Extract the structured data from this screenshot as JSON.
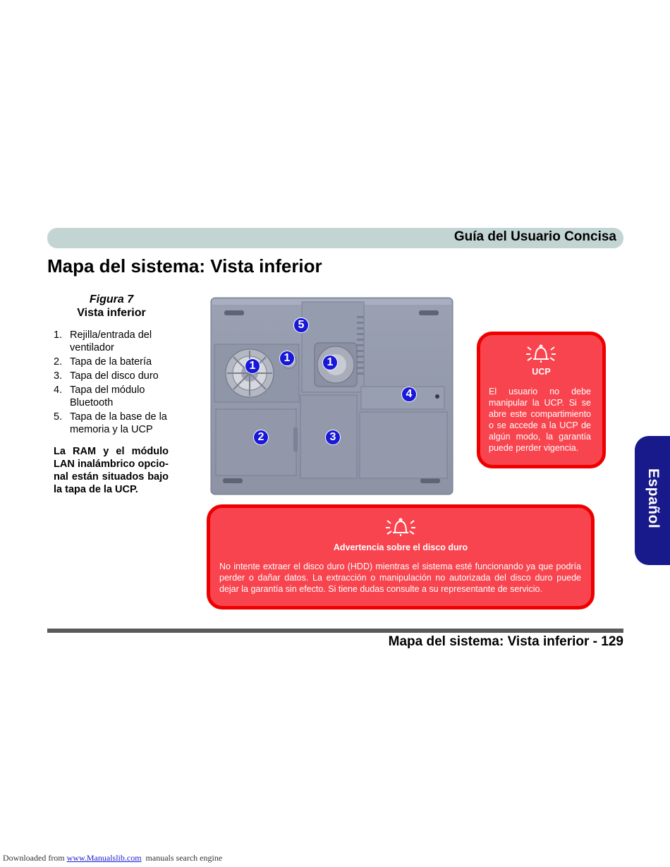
{
  "header": {
    "title": "Guía del Usuario Concisa"
  },
  "page_title": "Mapa del sistema: Vista inferior",
  "figure": {
    "number": "Figura  7",
    "name": "Vista inferior",
    "items": [
      {
        "num": "1.",
        "text": "Rejilla/entrada del ventilador"
      },
      {
        "num": "2.",
        "text": "Tapa de la batería"
      },
      {
        "num": "3.",
        "text": "Tapa del disco duro"
      },
      {
        "num": "4.",
        "text": "Tapa del módulo Bluetooth"
      },
      {
        "num": "5.",
        "text": "Tapa de la base de la memoria y la UCP"
      }
    ],
    "note": "La RAM y el módulo LAN inalámbrico opcio-nal están situados bajo la tapa de la UCP."
  },
  "photo_markers": [
    "1",
    "1",
    "1",
    "2",
    "3",
    "4",
    "5"
  ],
  "warning_ucp": {
    "title": "UCP",
    "text": "El usuario no debe manipular la UCP. Si se abre este compartimiento o se accede a la UCP de algún modo, la garantía puede perder vigencia."
  },
  "warning_hdd": {
    "title": "Advertencia sobre el disco duro",
    "text": "No intente extraer el disco duro (HDD) mientras el sistema esté funcionando ya que podría perder o dañar datos. La extracción o manipulación no autorizada del disco duro puede dejar la garantía sin efecto. Si tiene dudas consulte a su representante de servicio."
  },
  "footer": {
    "title": "Mapa del sistema: Vista inferior - 129"
  },
  "language_tab": "Español",
  "download_note": {
    "prefix": "Downloaded from",
    "link": "www.Manualslib.com",
    "suffix": "manuals search engine"
  },
  "colors": {
    "header_bar": "#c3d5d3",
    "warning_fill": "#f8444e",
    "warning_border": "#ee0000",
    "marker": "#1818d8",
    "language_tab": "#18198a",
    "footer_rule": "#5a5a5a"
  },
  "icons": {
    "warning": "bell-alarm-icon"
  }
}
